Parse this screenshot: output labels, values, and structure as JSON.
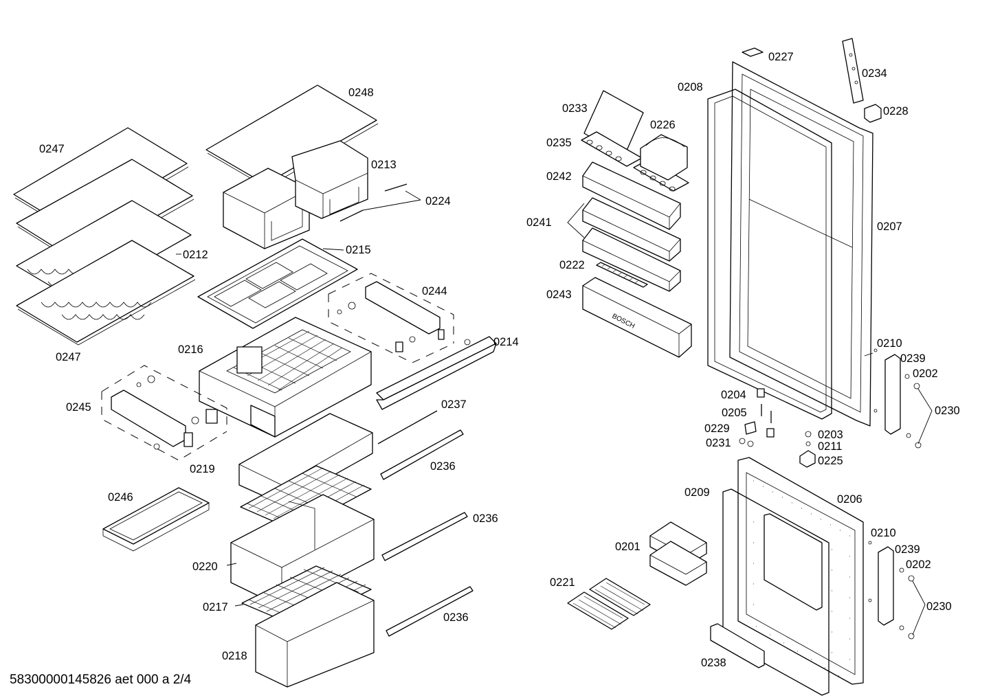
{
  "document_ref": "58300000145826 aet 000 a 2/4",
  "brand_marking": "BOSCH",
  "part_labels": [
    "0227",
    "0234",
    "0208",
    "0228",
    "0233",
    "0226",
    "0235",
    "0242",
    "0241",
    "0207",
    "0222",
    "0243",
    "0210",
    "0239",
    "0202",
    "0230",
    "0204",
    "0205",
    "0229",
    "0231",
    "0203",
    "0211",
    "0225",
    "0209",
    "0206",
    "0201",
    "0221",
    "0238",
    "0248",
    "0247",
    "0213",
    "0224",
    "0212",
    "0215",
    "0244",
    "0216",
    "0214",
    "0245",
    "0237",
    "0219",
    "0236",
    "0246",
    "0220",
    "0217",
    "0218"
  ]
}
